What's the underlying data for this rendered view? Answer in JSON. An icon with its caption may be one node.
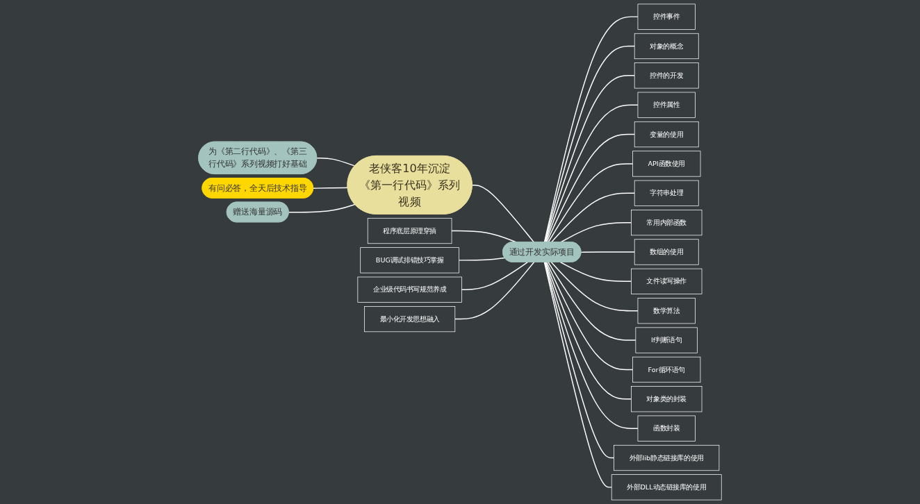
{
  "diagram": {
    "nodes": [
      {
        "text": [
          "老侠客10年沉淀《第一行代码》系列视频"
        ]
      },
      {
        "text": [
          "为《第二行代码》、《第三行代码》系列视频打好基础"
        ]
      },
      {
        "text": [
          "有问必答，全天后技术指导"
        ]
      },
      {
        "text": [
          "赠送海量源码"
        ]
      },
      {
        "text": [
          "通过开发实际项目"
        ]
      },
      {
        "text": [
          "程序底层原理穿插"
        ]
      },
      {
        "text": [
          "BUG调试排错技巧掌握"
        ]
      },
      {
        "text": [
          "企业级代码书写规范养成"
        ]
      },
      {
        "text": [
          "最小化开发思想融入"
        ]
      },
      {
        "text": [
          "控件事件"
        ]
      },
      {
        "text": [
          "对象的概念"
        ]
      },
      {
        "text": [
          "控件的开发"
        ]
      },
      {
        "text": [
          "控件属性"
        ]
      },
      {
        "text": [
          "变量的使用"
        ]
      },
      {
        "text": [
          "API函数使用"
        ]
      },
      {
        "text": [
          "字符串处理"
        ]
      },
      {
        "text": [
          "常用内部函数"
        ]
      },
      {
        "text": [
          "数组的使用"
        ]
      },
      {
        "text": [
          "文件读写操作"
        ]
      },
      {
        "text": [
          "数学算法"
        ]
      },
      {
        "text": [
          "If判断语句"
        ]
      },
      {
        "text": [
          "For循环语句"
        ]
      },
      {
        "text": [
          "对象类的封装"
        ]
      },
      {
        "text": [
          "函数封装"
        ]
      },
      {
        "text": [
          "外部lib静态链接库的使用"
        ]
      },
      {
        "text": [
          "外部DLL动态链接库的使用"
        ]
      }
    ],
    "edges": [
      {
        "from": 0,
        "to": 1,
        "arrow": "none"
      },
      {
        "from": 0,
        "to": 2,
        "arrow": "none"
      },
      {
        "from": 0,
        "to": 3,
        "arrow": "none"
      },
      {
        "from": 0,
        "to": 4,
        "arrow": "none"
      },
      {
        "from": 4,
        "to": 5,
        "arrow": "none"
      },
      {
        "from": 4,
        "to": 6,
        "arrow": "none"
      },
      {
        "from": 4,
        "to": 7,
        "arrow": "none"
      },
      {
        "from": 4,
        "to": 8,
        "arrow": "none"
      },
      {
        "from": 4,
        "to": 9,
        "arrow": "none"
      },
      {
        "from": 4,
        "to": 10,
        "arrow": "none"
      },
      {
        "from": 4,
        "to": 11,
        "arrow": "none"
      },
      {
        "from": 4,
        "to": 12,
        "arrow": "none"
      },
      {
        "from": 4,
        "to": 13,
        "arrow": "none"
      },
      {
        "from": 4,
        "to": 14,
        "arrow": "none"
      },
      {
        "from": 4,
        "to": 15,
        "arrow": "none"
      },
      {
        "from": 4,
        "to": 16,
        "arrow": "none"
      },
      {
        "from": 4,
        "to": 17,
        "arrow": "none"
      },
      {
        "from": 4,
        "to": 18,
        "arrow": "none"
      },
      {
        "from": 4,
        "to": 19,
        "arrow": "none"
      },
      {
        "from": 4,
        "to": 20,
        "arrow": "none"
      },
      {
        "from": 4,
        "to": 21,
        "arrow": "none"
      },
      {
        "from": 4,
        "to": 22,
        "arrow": "none"
      },
      {
        "from": 4,
        "to": 23,
        "arrow": "none"
      },
      {
        "from": 4,
        "to": 24,
        "arrow": "none"
      },
      {
        "from": 4,
        "to": 25,
        "arrow": "none"
      }
    ]
  }
}
